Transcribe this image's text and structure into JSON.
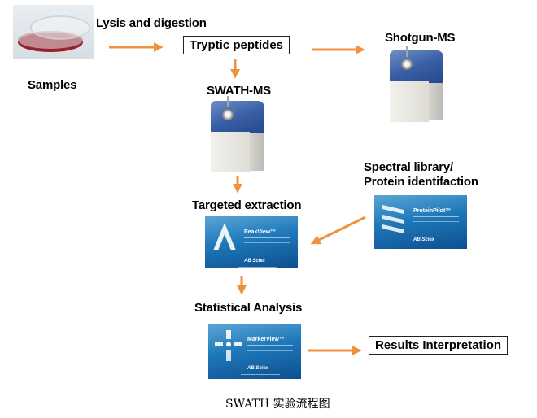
{
  "diagram": {
    "caption": "SWATH 实验流程图",
    "arrow_color": "#F0913E",
    "nodes": {
      "samples": {
        "label": "Samples",
        "image": "petri-dish"
      },
      "lysis": {
        "label": "Lysis and digestion"
      },
      "tryptic": {
        "label": "Tryptic peptides"
      },
      "shotgun": {
        "label": "Shotgun-MS",
        "image": "mass-spectrometer"
      },
      "swath": {
        "label": "SWATH-MS",
        "image": "mass-spectrometer"
      },
      "spectral": {
        "label_line1": "Spectral library/",
        "label_line2": "Protein identifaction"
      },
      "proteinpilot": {
        "software": "ProteinPilot™",
        "brand": "AB Sciex"
      },
      "targeted": {
        "label": "Targeted extraction"
      },
      "peakview": {
        "software": "PeakView™",
        "brand": "AB Sciex"
      },
      "statistical": {
        "label": "Statistical Analysis"
      },
      "markerview": {
        "software": "MarkerView™",
        "brand": "AB Sciex"
      },
      "results": {
        "label": "Results Interpretation"
      }
    },
    "edges": [
      {
        "from": "samples",
        "to": "tryptic"
      },
      {
        "from": "tryptic",
        "to": "shotgun"
      },
      {
        "from": "tryptic",
        "to": "swath"
      },
      {
        "from": "swath",
        "to": "targeted"
      },
      {
        "from": "proteinpilot",
        "to": "peakview"
      },
      {
        "from": "peakview",
        "to": "statistical"
      },
      {
        "from": "markerview",
        "to": "results"
      }
    ]
  }
}
